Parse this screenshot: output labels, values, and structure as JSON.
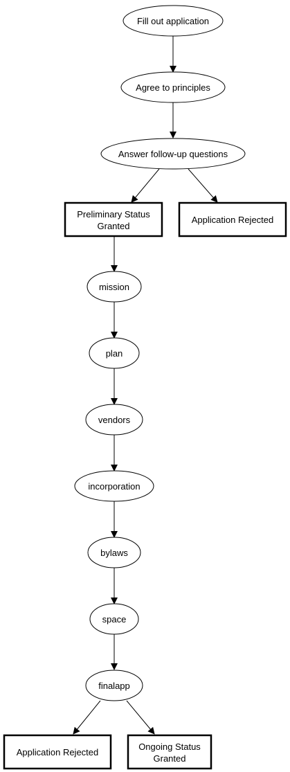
{
  "flowchart": {
    "nodes": {
      "fill_out": "Fill out application",
      "agree": "Agree to principles",
      "answer": "Answer follow-up questions",
      "prelim_line1": "Preliminary Status",
      "prelim_line2": "Granted",
      "rejected_top": "Application Rejected",
      "mission": "mission",
      "plan": "plan",
      "vendors": "vendors",
      "incorporation": "incorporation",
      "bylaws": "bylaws",
      "space": "space",
      "finalapp": "finalapp",
      "rejected_bottom": "Application Rejected",
      "ongoing_line1": "Ongoing Status",
      "ongoing_line2": "Granted"
    },
    "edges": [
      {
        "from": "Fill out application",
        "to": "Agree to principles"
      },
      {
        "from": "Agree to principles",
        "to": "Answer follow-up questions"
      },
      {
        "from": "Answer follow-up questions",
        "to": "Preliminary Status Granted"
      },
      {
        "from": "Answer follow-up questions",
        "to": "Application Rejected"
      },
      {
        "from": "Preliminary Status Granted",
        "to": "mission"
      },
      {
        "from": "mission",
        "to": "plan"
      },
      {
        "from": "plan",
        "to": "vendors"
      },
      {
        "from": "vendors",
        "to": "incorporation"
      },
      {
        "from": "incorporation",
        "to": "bylaws"
      },
      {
        "from": "bylaws",
        "to": "space"
      },
      {
        "from": "space",
        "to": "finalapp"
      },
      {
        "from": "finalapp",
        "to": "Application Rejected"
      },
      {
        "from": "finalapp",
        "to": "Ongoing Status Granted"
      }
    ]
  }
}
